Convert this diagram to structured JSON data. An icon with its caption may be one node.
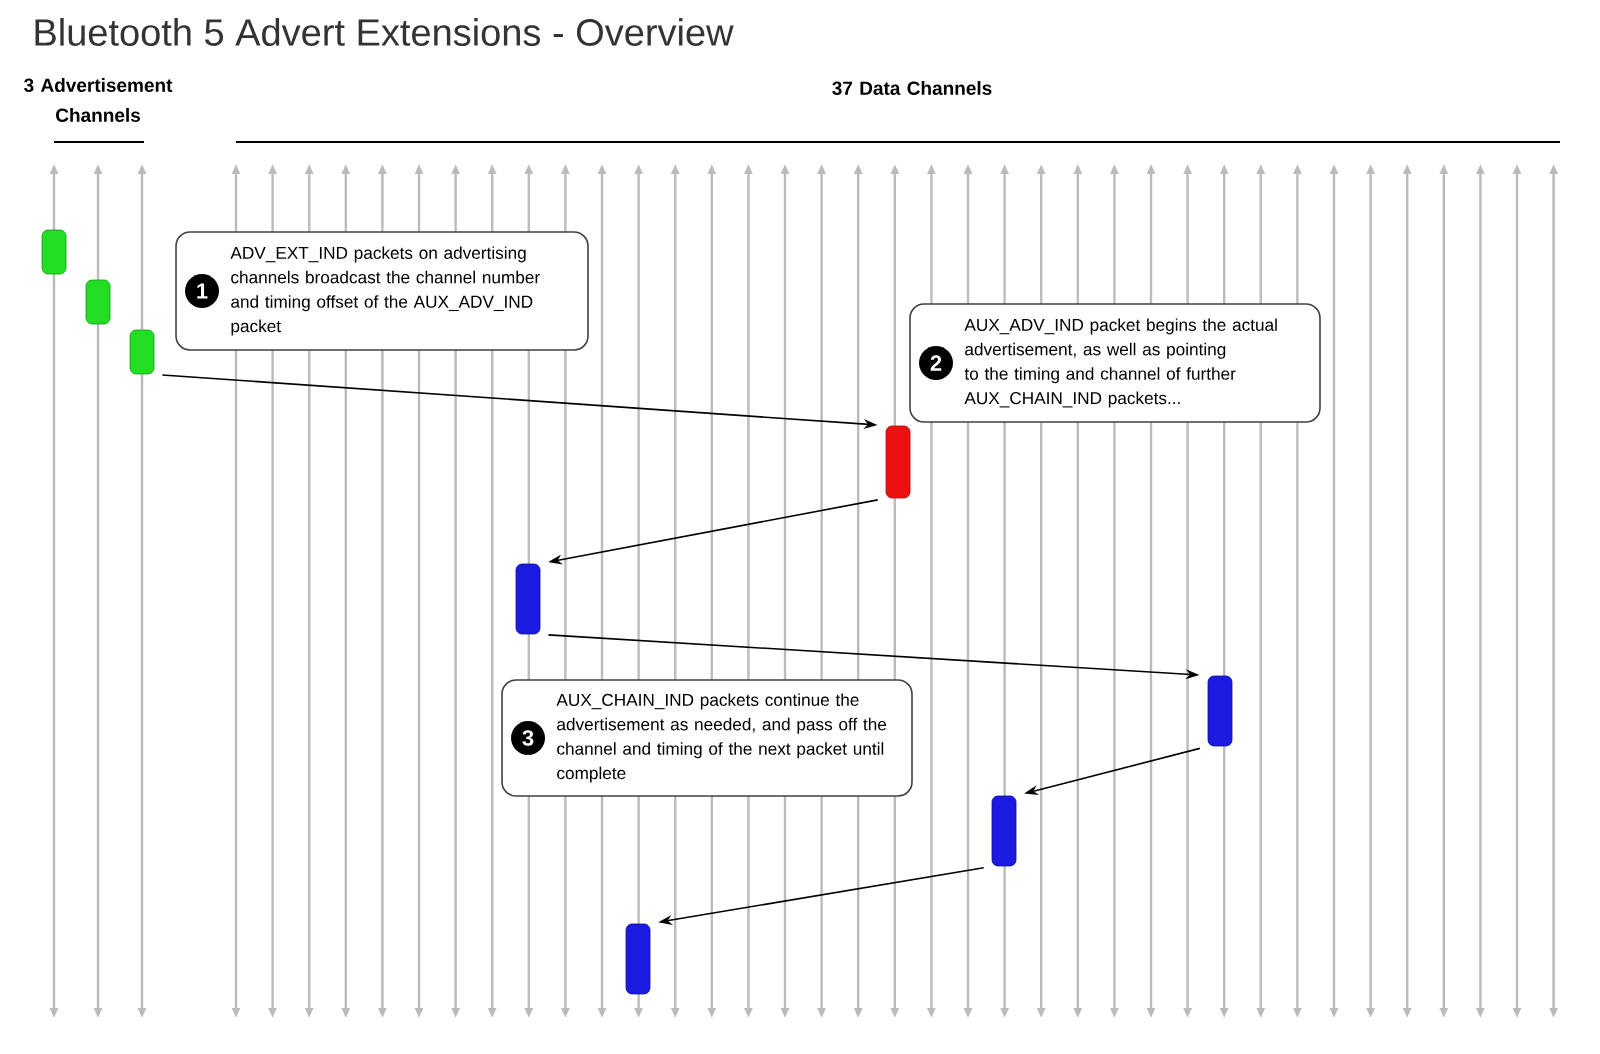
{
  "diagram": {
    "title": "Bluetooth 5 Advert Extensions - Overview",
    "nodes": [
      {
        "text": [],
        "shape": "box"
      },
      {
        "text": [],
        "shape": "box"
      },
      {
        "text": [],
        "shape": "box"
      },
      {
        "text": [],
        "shape": "box"
      },
      {
        "text": [],
        "shape": "box"
      },
      {
        "text": [],
        "shape": "box"
      },
      {
        "text": [],
        "shape": "box"
      },
      {
        "text": [],
        "shape": "box"
      },
      {
        "text": [
          "1",
          "ADV_EXT_IND packets on advertising channels broadcast the channel number and timing offset of the AUX_ADV_IND packet"
        ]
      },
      {
        "text": [
          "2",
          "AUX_ADV_IND packet begins the actual advertisement, as well as pointing to the timing and channel of further AUX_CHAIN_IND packets..."
        ]
      },
      {
        "text": [
          "3",
          "AUX_CHAIN_IND packets continue the advertisement as needed, and pass off the channel and timing of the next packet until complete"
        ]
      }
    ],
    "edges": [
      {
        "from": 2,
        "to": 3,
        "arrow": "to"
      },
      {
        "from": 3,
        "to": 4,
        "arrow": "to"
      },
      {
        "from": 4,
        "to": 5,
        "arrow": "to"
      },
      {
        "from": 5,
        "to": 6,
        "arrow": "to"
      },
      {
        "from": 6,
        "to": 7,
        "arrow": "to"
      }
    ],
    "labels": [
      "3 Advertisement Channels",
      "37 Data Channels"
    ]
  }
}
